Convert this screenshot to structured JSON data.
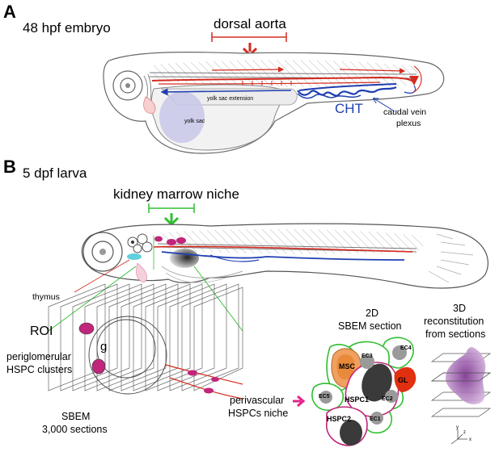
{
  "panelA": {
    "letter": "A",
    "title": "48 hpf embryo",
    "dorsal_aorta": "dorsal aorta",
    "yolk_sac_extension": "yolk sac extension",
    "yolk_sac": "yolk sac",
    "cht": "CHT",
    "caudal_vein_line1": "caudal vein",
    "caudal_vein_line2": "plexus"
  },
  "panelB": {
    "letter": "B",
    "title": "5 dpf larva",
    "kidney_marrow_niche": "kidney marrow niche",
    "thymus": "thymus",
    "roi": "ROI",
    "periglomerular_line1": "periglomerular",
    "periglomerular_line2": "HSPC clusters",
    "g": "g",
    "sbem_line1": "SBEM",
    "sbem_line2": "3,000 sections",
    "perivascular_line1": "perivascular",
    "perivascular_line2": "HSPCs niche",
    "section2d_line1": "2D",
    "section2d_line2": "SBEM section",
    "recon_line1": "3D",
    "recon_line2": "reconstitution",
    "recon_line3": "from sections",
    "cells": {
      "msc": "MSC",
      "ec3": "EC3",
      "ec4": "EC4",
      "gl": "GL",
      "ec5": "EC5",
      "hspc1": "HSPC1",
      "ec2": "EC2",
      "ec1": "EC1",
      "hspc2": "HSPC2"
    },
    "axes": {
      "y": "y",
      "z": "z",
      "x": "x"
    }
  },
  "colors": {
    "artery": "#d42a1f",
    "vein": "#1f3fb0",
    "niche_green": "#2fbf2f",
    "hspc_magenta": "#c0267a",
    "arrow_magenta": "#e0258e",
    "msc_orange": "#f0a060",
    "gl_red": "#e03010",
    "recon_purple": "#9a4aa8",
    "yolk_purple": "#c8c8ea",
    "thymus_cyan": "#5fd0dc"
  }
}
